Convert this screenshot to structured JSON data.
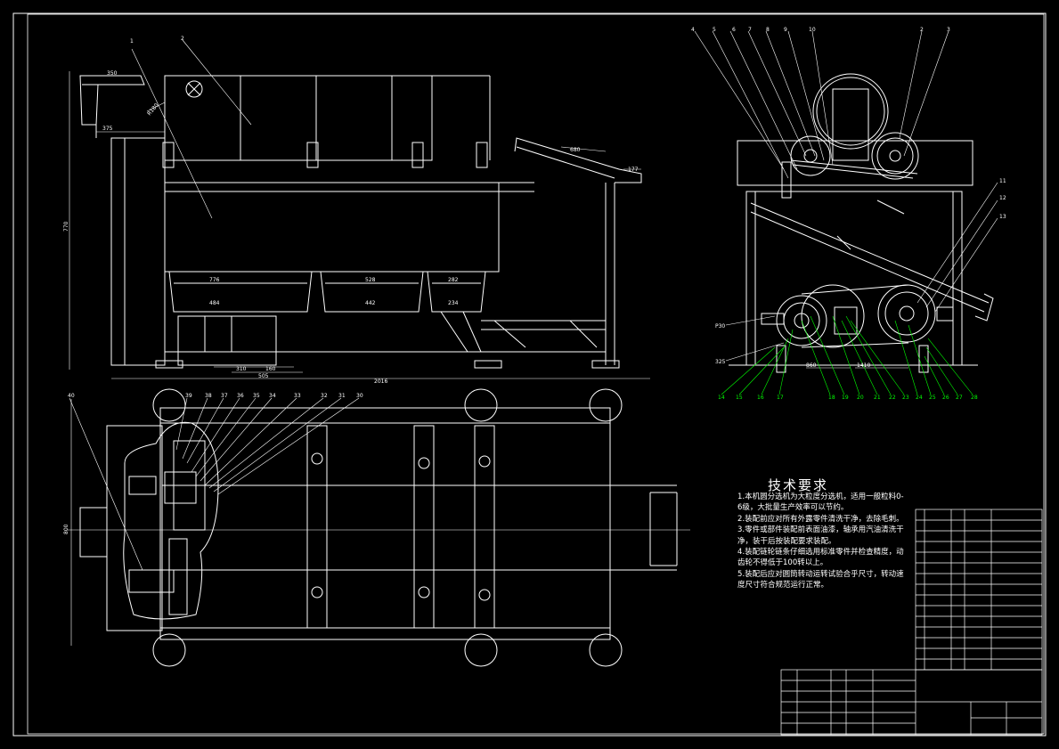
{
  "technical_requirements": {
    "title": "技术要求",
    "items": [
      "1.本机圆分选机为大粒度分选机，适用一般粒料0-6级，大批量生产效率可以节约。",
      "2.装配前应对所有外露零件清洗干净，去除毛刺。",
      "3.零件或部件装配前表面油漆，轴承用汽油清洗干净，装干后按装配要求装配。",
      "4.装配链轮链条仔细选用标准零件并检查精度，动齿轮不得低于100转以上。",
      "5.装配后应对圆筒转动运转试验合乎尺寸，转动速度尺寸符合规范运行正常。"
    ]
  },
  "dimensions": {
    "front_top_left": "350",
    "front_hopper": "375",
    "front_height": "770",
    "front_diag": "R180",
    "front_box_1": "776",
    "front_box_2": "528",
    "front_box_3": "282",
    "front_box_4": "484",
    "front_box_5": "442",
    "front_box_6": "234",
    "front_bottom_1": "310",
    "front_bottom_2": "160",
    "front_bottom_3": "505",
    "front_total": "2016",
    "chute_top": "680",
    "chute_end": "177",
    "side_left_1": "P30",
    "side_left_2": "325",
    "side_bottom_1": "860",
    "side_bottom_2": "1410",
    "plan_width": "800"
  },
  "callouts": {
    "front": [
      "1",
      "2"
    ],
    "side_top": [
      "4",
      "5",
      "6",
      "7",
      "8",
      "9",
      "10",
      "2",
      "3"
    ],
    "side_right": [
      "11",
      "12",
      "13"
    ],
    "side_bottom": [
      "14",
      "15",
      "16",
      "17",
      "18",
      "19",
      "20",
      "21",
      "22",
      "23",
      "24",
      "25",
      "26",
      "27",
      "28"
    ],
    "plan": [
      "40",
      "39",
      "38",
      "37",
      "36",
      "35",
      "34",
      "33",
      "32",
      "31",
      "30"
    ]
  },
  "colors": {
    "line": "#ffffff",
    "accent": "#00ff00",
    "background": "#000000"
  }
}
